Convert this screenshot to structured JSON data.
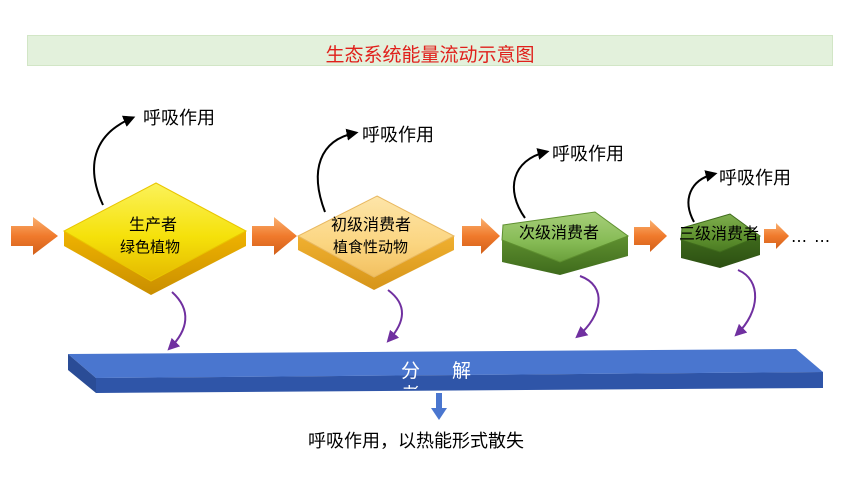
{
  "title": "生态系统能量流动示意图",
  "nodes": [
    {
      "id": "producer",
      "line1": "生产者",
      "line2": "绿色植物",
      "color": "#f5e10a"
    },
    {
      "id": "primary",
      "line1": "初级消费者",
      "line2": "植食性动物",
      "color": "#fbd580"
    },
    {
      "id": "secondary",
      "line1": "次级消费者",
      "color": "#7bb04a"
    },
    {
      "id": "tertiary",
      "line1": "三级消费者",
      "color": "#5a8f2e"
    }
  ],
  "respiration_label": "呼吸作用",
  "ellipsis": "… …",
  "decomposer_chars": [
    "分",
    "解",
    "者"
  ],
  "bottom_text": "呼吸作用，以热能形式散失",
  "colors": {
    "title_text": "#e0201b",
    "title_bg": "#e3f1dc",
    "flow_arrow": "#f07a2c",
    "decomposer_bar": "#4a76cf",
    "down_arrow": "#7030a0"
  }
}
